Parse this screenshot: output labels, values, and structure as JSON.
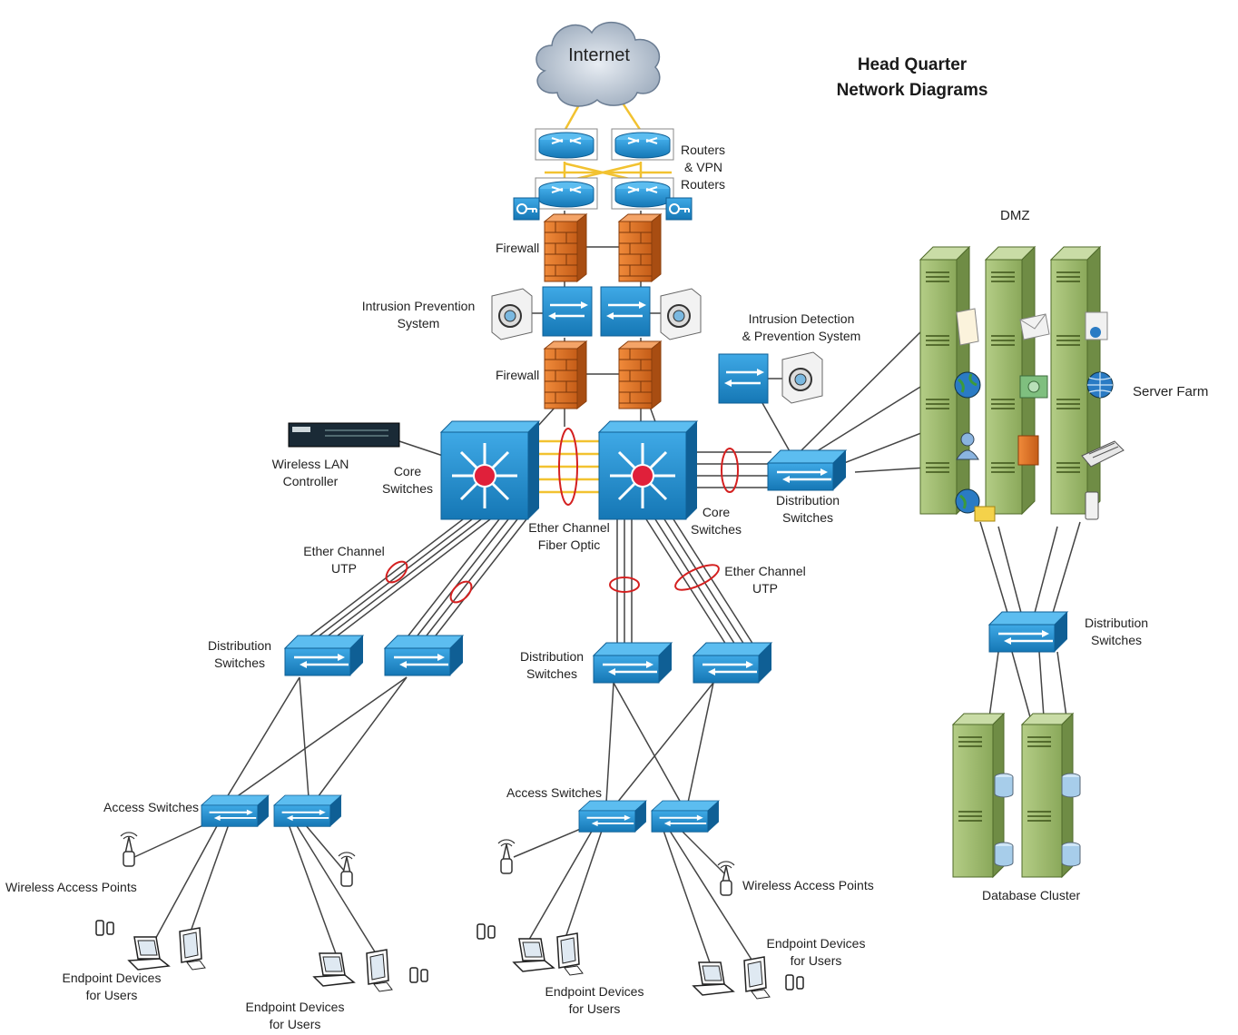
{
  "title": {
    "line1": "Head Quarter",
    "line2": "Network Diagrams"
  },
  "labels": {
    "internet": "Internet",
    "routers_line1": "Routers",
    "routers_line2": "& VPN",
    "routers_line3": "Routers",
    "firewall_top": "Firewall",
    "firewall_bottom": "Firewall",
    "ips_line1": "Intrusion Prevention",
    "ips_line2": "System",
    "idps_line1": "Intrusion Detection",
    "idps_line2": "& Prevention System",
    "dmz": "DMZ",
    "server_farm": "Server Farm",
    "wlc_line1": "Wireless LAN",
    "wlc_line2": "Controller",
    "core_left_line1": "Core",
    "core_left_line2": "Switches",
    "core_right_line1": "Core",
    "core_right_line2": "Switches",
    "ec_fiber_line1": "Ether Channel",
    "ec_fiber_line2": "Fiber Optic",
    "ec_utp_left_line1": "Ether Channel",
    "ec_utp_left_line2": "UTP",
    "ec_utp_right_line1": "Ether Channel",
    "ec_utp_right_line2": "UTP",
    "dist_right_top_line1": "Distribution",
    "dist_right_top_line2": "Switches",
    "dist_left_line1": "Distribution",
    "dist_left_line2": "Switches",
    "dist_mid_line1": "Distribution",
    "dist_mid_line2": "Switches",
    "dist_db_line1": "Distribution",
    "dist_db_line2": "Switches",
    "access_left": "Access Switches",
    "access_mid": "Access Switches",
    "wap_left": "Wireless Access Points",
    "wap_right": "Wireless Access Points",
    "ep1_line1": "Endpoint Devices",
    "ep1_line2": "for Users",
    "ep2_line1": "Endpoint Devices",
    "ep2_line2": "for Users",
    "ep3_line1": "Endpoint Devices",
    "ep3_line2": "for Users",
    "ep4_line1": "Endpoint Devices",
    "ep4_line2": "for Users",
    "db_cluster": "Database Cluster"
  },
  "colors": {
    "device_blue": "#1e86c8",
    "device_blue_dark": "#0f5f95",
    "server_green": "#9cb86a",
    "server_green_dark": "#6f8c45",
    "firewall_orange": "#e07a2c",
    "link_yellow": "#f2c230",
    "ethchannel_red": "#d42020",
    "line_gray": "#555555"
  }
}
